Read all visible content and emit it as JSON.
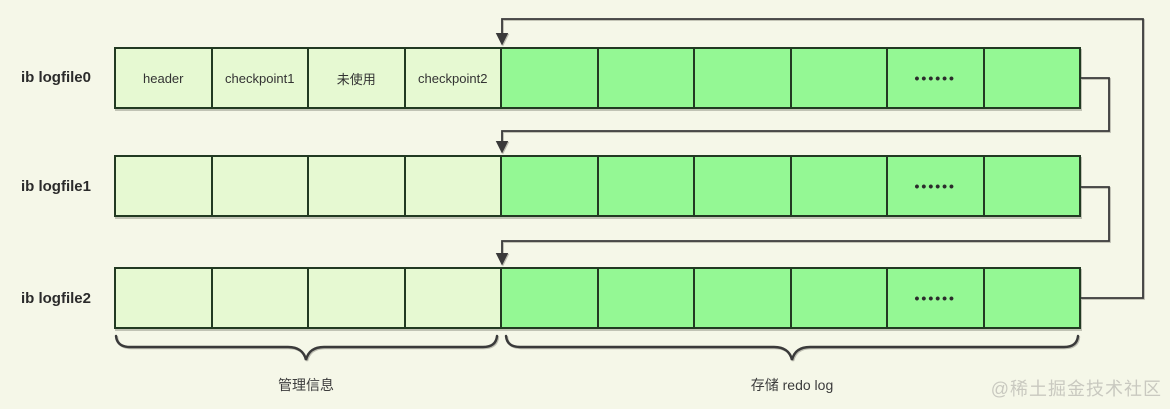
{
  "diagram": {
    "rows": [
      {
        "label": "ib logfile0",
        "cells": [
          "header",
          "checkpoint1",
          "未使用",
          "checkpoint2",
          "",
          "",
          "",
          "",
          "••••••",
          ""
        ]
      },
      {
        "label": "ib logfile1",
        "cells": [
          "",
          "",
          "",
          "",
          "",
          "",
          "",
          "",
          "••••••",
          ""
        ]
      },
      {
        "label": "ib logfile2",
        "cells": [
          "",
          "",
          "",
          "",
          "",
          "",
          "",
          "",
          "••••••",
          ""
        ]
      }
    ],
    "braces": [
      {
        "label": "管理信息"
      },
      {
        "label": "存储 redo log"
      }
    ],
    "watermark": "@稀土掘金技术社区",
    "colors": {
      "background": "#f5f7e8",
      "light_cell": "#e6f9d2",
      "green_cell": "#94f894",
      "cell_border": "#223a22",
      "line": "#3a3a3a",
      "watermark": "#c9c9c0"
    }
  }
}
